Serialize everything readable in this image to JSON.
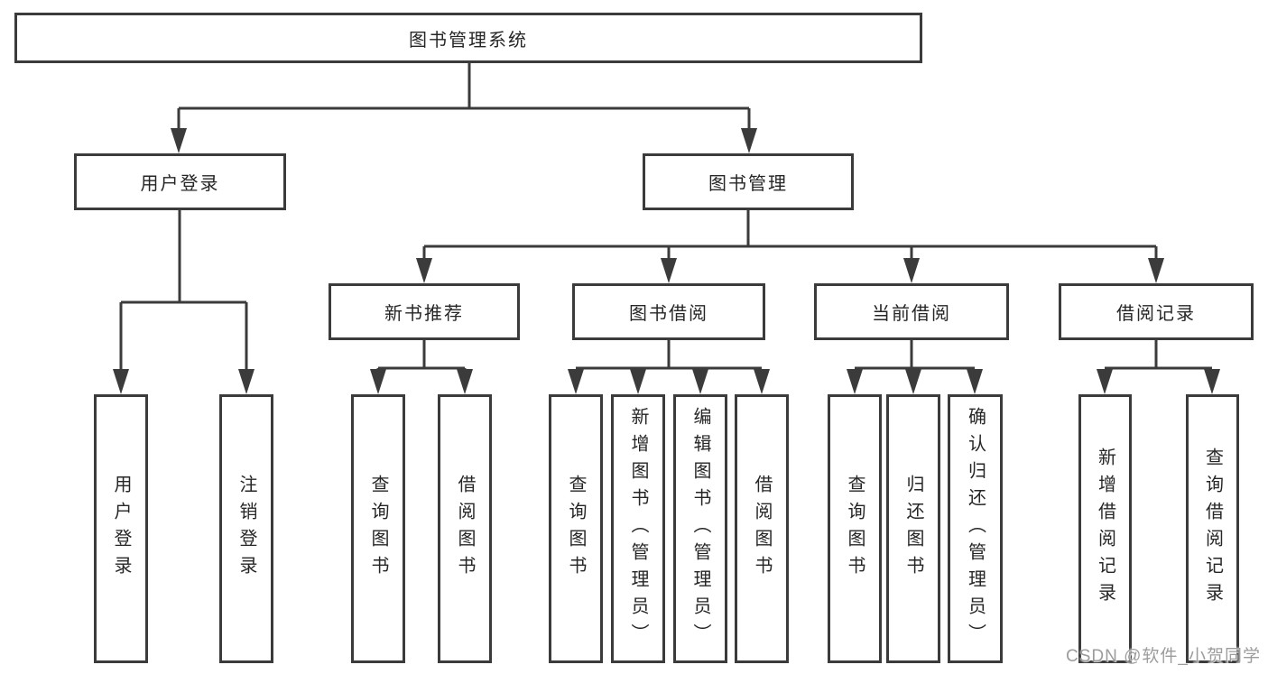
{
  "diagram": {
    "root": {
      "label": "图书管理系统"
    },
    "branches": [
      {
        "label": "用户登录",
        "children": [
          {
            "label": "用户登录"
          },
          {
            "label": "注销登录"
          }
        ]
      },
      {
        "label": "图书管理",
        "children": [
          {
            "label": "新书推荐",
            "children": [
              {
                "label": "查询图书"
              },
              {
                "label": "借阅图书"
              }
            ]
          },
          {
            "label": "图书借阅",
            "children": [
              {
                "label": "查询图书"
              },
              {
                "label": "新增图书（管理员）"
              },
              {
                "label": "编辑图书（管理员）"
              },
              {
                "label": "借阅图书"
              }
            ]
          },
          {
            "label": "当前借阅",
            "children": [
              {
                "label": "查询图书"
              },
              {
                "label": "归还图书"
              },
              {
                "label": "确认归还（管理员）"
              }
            ]
          },
          {
            "label": "借阅记录",
            "children": [
              {
                "label": "新增借阅记录"
              },
              {
                "label": "查询借阅记录"
              }
            ]
          }
        ]
      }
    ]
  },
  "watermark": {
    "text": "CSDN @软件_小贺同学"
  },
  "colors": {
    "line": "#3b3b3b",
    "box_border": "#3b3b3b",
    "box_fill": "#ffffff",
    "text": "#262626",
    "watermark": "#9c9c9c",
    "background": "#ffffff"
  }
}
